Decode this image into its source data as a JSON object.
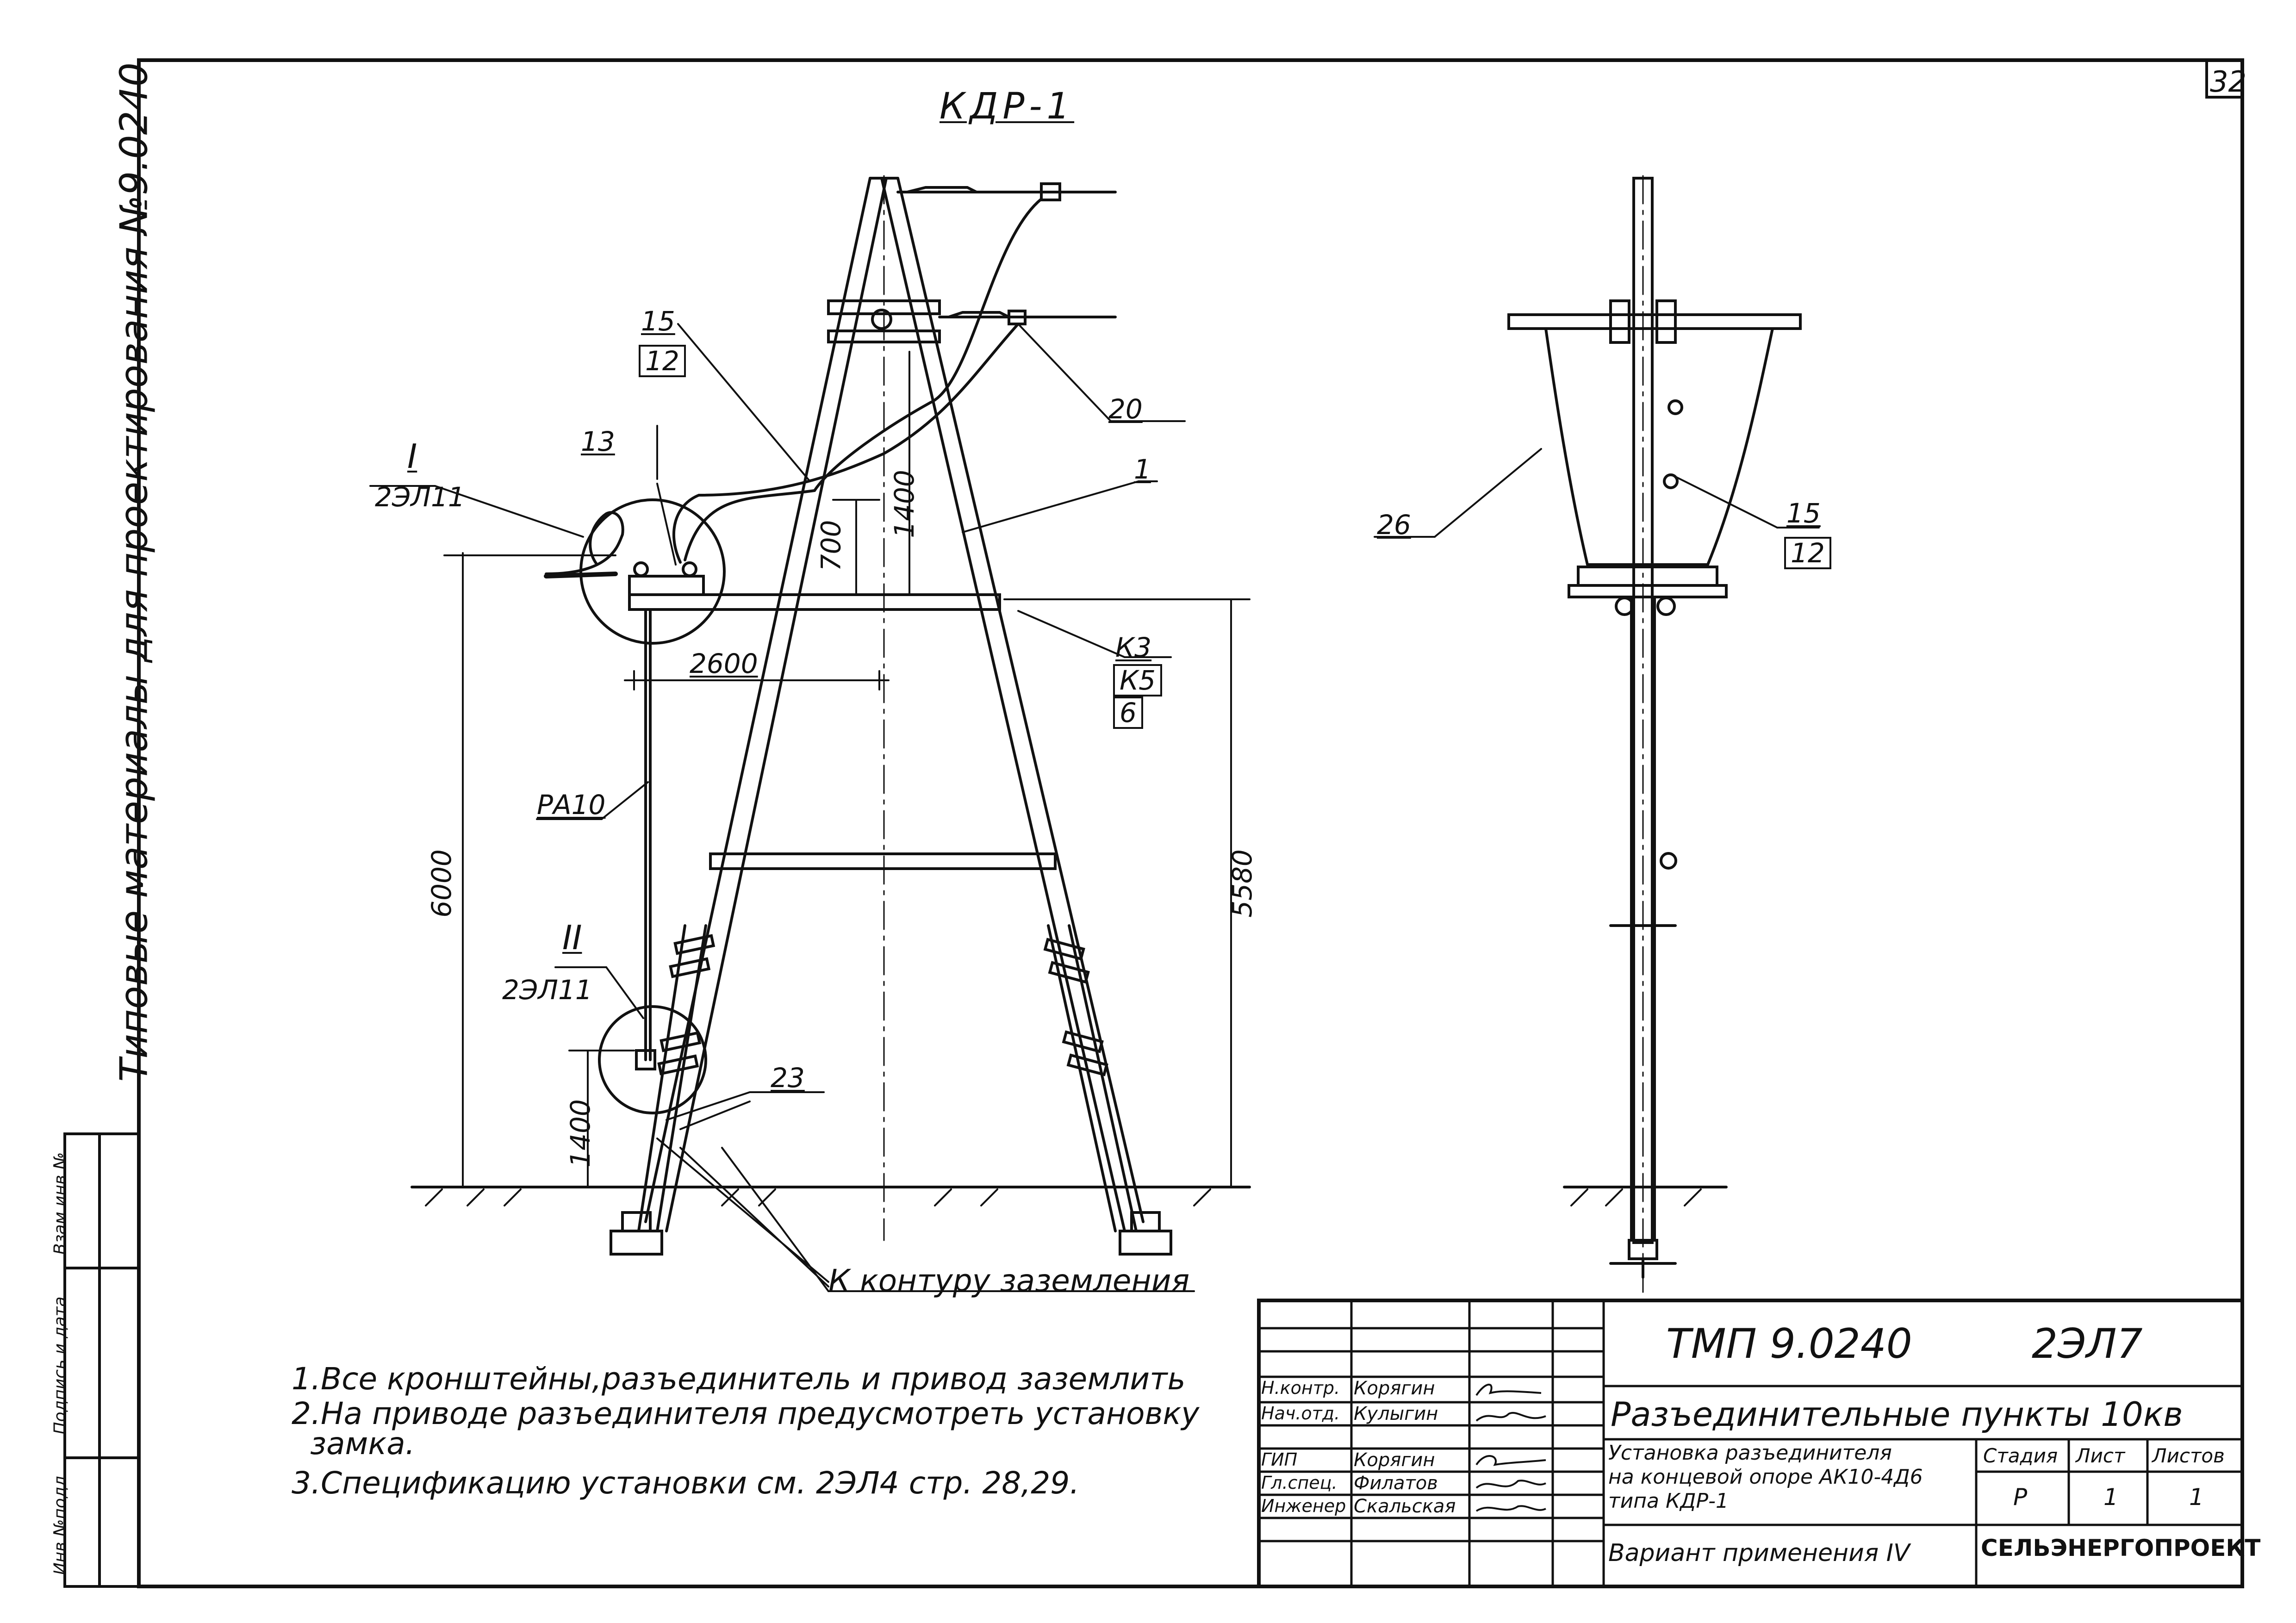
{
  "sheet_number": "32",
  "side_stamp": "Типовые материалы для проектирования №9.0240",
  "side_columns": [
    "Инв.№подл.",
    "Подпись и дата",
    "Взам.инв.№"
  ],
  "drawing_title": "КДР-1",
  "labels": {
    "l15a": "15",
    "l12a": "12",
    "l13": "13",
    "lI": "I",
    "lI_ref": "2ЭЛ11",
    "l20": "20",
    "l1": "1",
    "d700": "700",
    "d1400a": "1400",
    "d2600": "2600",
    "lk3": "К3",
    "lk5": "К5",
    "l6": "6",
    "lpa10": "РА10",
    "d6000": "6000",
    "d5580": "5580",
    "lII": "II",
    "lII_ref": "2ЭЛ11",
    "l23": "23",
    "d1400b": "1400",
    "ground": "К контуру заземления",
    "l26": "26",
    "l15b": "15",
    "l12b": "12"
  },
  "notes": [
    "1.Все кронштейны,разъединитель и привод заземлить",
    "2.На приводе разъединителя предусмотреть установку",
    "замка.",
    "3.Спецификацию установки см. 2ЭЛ4 стр. 28,29."
  ],
  "title_block": {
    "code": "ТМП 9.0240",
    "sheet_code": "2ЭЛ7",
    "project": "Разъединительные пункты 10кв",
    "description": [
      "Установка разъединителя",
      "на концевой опоре АК10-4Д6",
      "типа КДР-1"
    ],
    "stage_header": "Стадия",
    "sheet_header": "Лист",
    "sheets_header": "Листов",
    "stage": "Р",
    "sheet": "1",
    "sheets": "1",
    "variant": "Вариант применения IV",
    "organization": "СЕЛЬЭНЕРГОПРОЕКТ",
    "roles": [
      {
        "role": "Н.контр.",
        "name": "Корягин"
      },
      {
        "role": "Нач.отд.",
        "name": "Кулыгин"
      },
      {
        "role": "ГИП",
        "name": "Корягин"
      },
      {
        "role": "Гл.спец.",
        "name": "Филатов"
      },
      {
        "role": "Инженер",
        "name": "Скальская"
      }
    ]
  }
}
